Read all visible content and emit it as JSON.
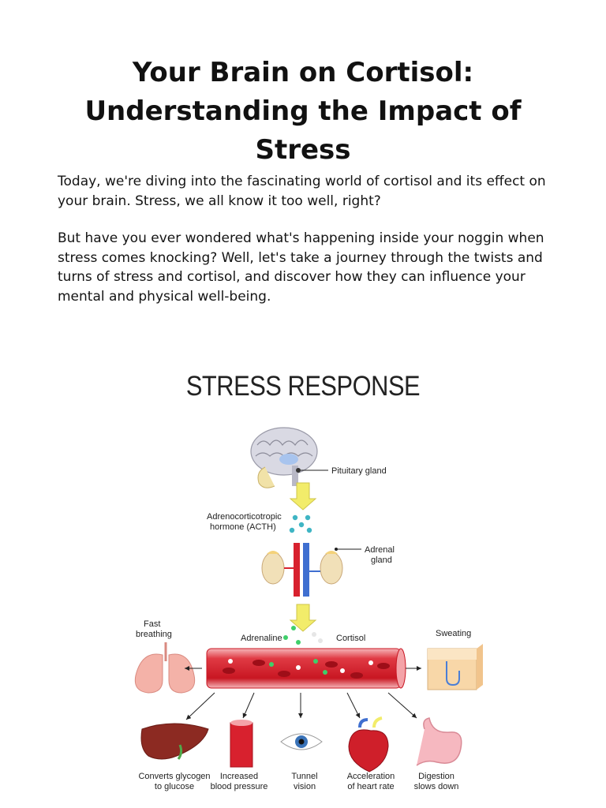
{
  "article": {
    "title": "Your Brain on Cortisol: Understanding the Impact of Stress",
    "paragraphs": [
      "Today, we're diving into the fascinating world of cortisol and its effect on your brain. Stress, we all know it too well, right?",
      "But have you ever wondered what's happening inside your noggin when stress comes knocking? Well, let's take a journey through the twists and turns of stress and cortisol, and discover how they can influence your mental and physical well-being."
    ]
  },
  "figure": {
    "title": "STRESS RESPONSE",
    "labels": {
      "pituitary": "Pituitary gland",
      "acth_line1": "Adrenocorticotropic",
      "acth_line2": "hormone (ACTH)",
      "adrenal_line1": "Adrenal",
      "adrenal_line2": "gland",
      "fast_line1": "Fast",
      "fast_line2": "breathing",
      "adrenaline": "Adrenaline",
      "cortisol": "Cortisol",
      "sweating": "Sweating"
    },
    "effects": [
      {
        "line1": "Converts glycogen",
        "line2": "to glucose"
      },
      {
        "line1": "Increased",
        "line2": "blood pressure"
      },
      {
        "line1": "Tunnel",
        "line2": "vision"
      },
      {
        "line1": "Acceleration",
        "line2": "of heart rate"
      },
      {
        "line1": "Digestion",
        "line2": "slows down"
      }
    ],
    "colors": {
      "vessel": "#d8212e",
      "vessel_light": "#f4a3a8",
      "arrow_yellow": "#f2ec6a",
      "acth_dots": "#3fb5c4",
      "adrenaline_dots": "#3fcf6a",
      "cortisol_dots": "#e6e6e6"
    }
  }
}
